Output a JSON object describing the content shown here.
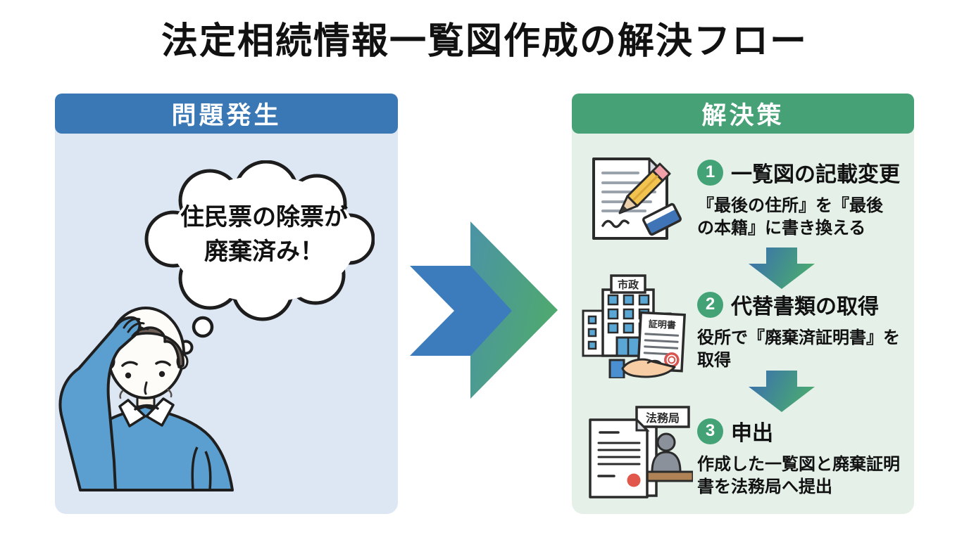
{
  "title": "法定相続情報一覧図作成の解決フロー",
  "problem_panel": {
    "header": "問題発生",
    "thought_bubble_text": "住民票の除票が\n廃棄済み！",
    "illustration": "worried-man-scratching-head"
  },
  "flow_arrow": "right-chevron-arrow",
  "solution_panel": {
    "header": "解決策",
    "steps": [
      {
        "number": "1",
        "title": "一覧図の記載変更",
        "description": "『最後の住所』を『最後\nの本籍』に書き換える",
        "icon": "document-edit-icon"
      },
      {
        "number": "2",
        "title": "代替書類の取得",
        "description": "役所で『廃棄済証明書』を\n取得",
        "icon": "city-hall-certificate-icon",
        "icon_labels": {
          "building_sign": "市政",
          "certificate": "証明書"
        }
      },
      {
        "number": "3",
        "title": "申出",
        "description": "作成した一覧図と廃棄証明\n書を法務局へ提出",
        "icon": "submission-counter-icon",
        "icon_labels": {
          "sign": "法務局"
        }
      }
    ]
  },
  "colors": {
    "problem_header_bg": "#3a77b5",
    "problem_body_bg": "#dde6f3",
    "solution_header_bg": "#46a177",
    "solution_body_bg": "#e4f0e8",
    "step_number_bg": "#43a376",
    "arrow_blue": "#3c7cbd",
    "arrow_teal": "#4b93a6",
    "arrow_green": "#4fa96f",
    "man_sweater": "#5b9fd0",
    "header_text": "#ffffff",
    "title_text": "#111111"
  }
}
